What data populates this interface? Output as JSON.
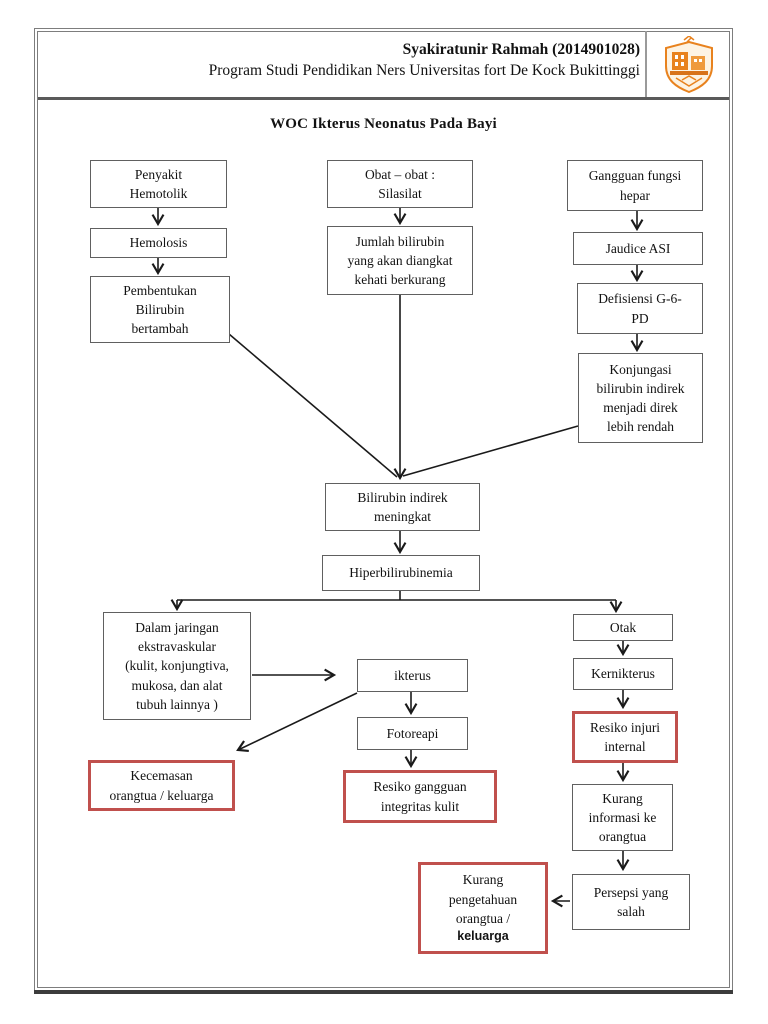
{
  "header": {
    "author": "Syakiratunir Rahmah (2014901028)",
    "program": "Program Studi Pendidikan Ners Universitas fort De Kock Bukittinggi",
    "logo_icon": "university-crest-icon"
  },
  "title": "WOC Ikterus Neonatus Pada Bayi",
  "colors": {
    "box_border": "#606060",
    "highlight_border": "#c0504d",
    "line": "#1a1a1a",
    "logo_orange": "#e8821e",
    "rule_gray": "#5a5a5a"
  },
  "nodes": {
    "penyakit_hemotolik": {
      "label": "Penyakit\nHemotolik",
      "highlighted": false
    },
    "hemolosis": {
      "label": "Hemolosis",
      "highlighted": false
    },
    "pembentukan_bilirubin": {
      "label": "Pembentukan\nBilirubin\nbertambah",
      "highlighted": false
    },
    "obat_obat": {
      "label": "Obat – obat :\nSilasilat",
      "highlighted": false
    },
    "jumlah_bilirubin": {
      "label": "Jumlah bilirubin\nyang akan diangkat\nkehati berkurang",
      "highlighted": false
    },
    "gangguan_fungsi_hepar": {
      "label": "Gangguan fungsi\nhepar",
      "highlighted": false
    },
    "jaudice_asi": {
      "label": "Jaudice ASI",
      "highlighted": false
    },
    "defisiensi_g6pd": {
      "label": "Defisiensi G-6-\nPD",
      "highlighted": false
    },
    "konjungasi": {
      "label": "Konjungasi\nbilirubin indirek\nmenjadi direk\nlebih rendah",
      "highlighted": false
    },
    "bilirubin_indirek": {
      "label": "Bilirubin indirek\nmeningkat",
      "highlighted": false
    },
    "hiperbilirubinemia": {
      "label": "Hiperbilirubinemia",
      "highlighted": false
    },
    "dalam_jaringan": {
      "label": "Dalam jaringan\nekstravaskular\n(kulit, konjungtiva,\nmukosa, dan alat\ntubuh lainnya )",
      "highlighted": false
    },
    "ikterus": {
      "label": "ikterus",
      "highlighted": false
    },
    "fotoreapi": {
      "label": "Fotoreapi",
      "highlighted": false
    },
    "resiko_gangguan_kulit": {
      "label": "Resiko gangguan\nintegritas kulit",
      "highlighted": true
    },
    "kecemasan": {
      "label": "Kecemasan\norangtua / keluarga",
      "highlighted": true
    },
    "otak": {
      "label": "Otak",
      "highlighted": false
    },
    "kernikterus": {
      "label": "Kernikterus",
      "highlighted": false
    },
    "resiko_injuri": {
      "label": "Resiko injuri\ninternal",
      "highlighted": true
    },
    "kurang_informasi": {
      "label": "Kurang\ninformasi ke\norangtua",
      "highlighted": false
    },
    "persepsi_salah": {
      "label": "Persepsi yang\nsalah",
      "highlighted": false
    },
    "kurang_pengetahuan": {
      "label": "Kurang\npengetahuan\norangtua /",
      "label_bold": "keluarga",
      "highlighted": true
    }
  },
  "edges": [
    {
      "from": "penyakit_hemotolik",
      "to": "hemolosis"
    },
    {
      "from": "hemolosis",
      "to": "pembentukan_bilirubin"
    },
    {
      "from": "obat_obat",
      "to": "jumlah_bilirubin"
    },
    {
      "from": "gangguan_fungsi_hepar",
      "to": "jaudice_asi"
    },
    {
      "from": "jaudice_asi",
      "to": "defisiensi_g6pd"
    },
    {
      "from": "defisiensi_g6pd",
      "to": "konjungasi"
    },
    {
      "from": "pembentukan_bilirubin",
      "to": "bilirubin_indirek"
    },
    {
      "from": "jumlah_bilirubin",
      "to": "bilirubin_indirek"
    },
    {
      "from": "konjungasi",
      "to": "bilirubin_indirek"
    },
    {
      "from": "bilirubin_indirek",
      "to": "hiperbilirubinemia"
    },
    {
      "from": "hiperbilirubinemia",
      "to": "dalam_jaringan"
    },
    {
      "from": "hiperbilirubinemia",
      "to": "otak"
    },
    {
      "from": "dalam_jaringan",
      "to": "ikterus"
    },
    {
      "from": "ikterus",
      "to": "kecemasan"
    },
    {
      "from": "ikterus",
      "to": "fotoreapi"
    },
    {
      "from": "fotoreapi",
      "to": "resiko_gangguan_kulit"
    },
    {
      "from": "otak",
      "to": "kernikterus"
    },
    {
      "from": "kernikterus",
      "to": "resiko_injuri"
    },
    {
      "from": "resiko_injuri",
      "to": "kurang_informasi"
    },
    {
      "from": "kurang_informasi",
      "to": "persepsi_salah"
    },
    {
      "from": "persepsi_salah",
      "to": "kurang_pengetahuan"
    }
  ]
}
